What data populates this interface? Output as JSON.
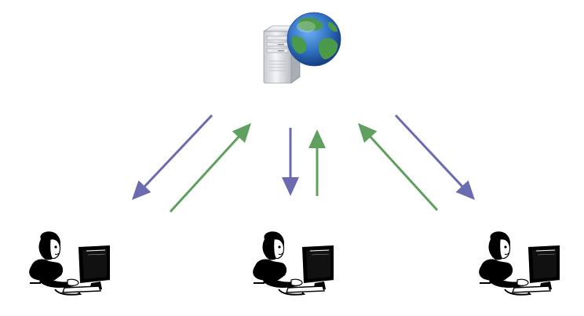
{
  "diagram": {
    "nodes": [
      {
        "id": "server",
        "icon": "web-server-globe-icon",
        "role": "server"
      },
      {
        "id": "client-left",
        "icon": "user-at-computer-icon",
        "role": "client"
      },
      {
        "id": "client-center",
        "icon": "user-at-computer-icon",
        "role": "client"
      },
      {
        "id": "client-right",
        "icon": "user-at-computer-icon",
        "role": "client"
      }
    ],
    "edges": [
      {
        "from": "server",
        "to": "client-left",
        "color": "#6b6bb0"
      },
      {
        "from": "client-left",
        "to": "server",
        "color": "#5fa05f"
      },
      {
        "from": "server",
        "to": "client-center",
        "color": "#6b6bb0"
      },
      {
        "from": "client-center",
        "to": "server",
        "color": "#5fa05f"
      },
      {
        "from": "client-right",
        "to": "server",
        "color": "#5fa05f"
      },
      {
        "from": "server",
        "to": "client-right",
        "color": "#6b6bb0"
      }
    ],
    "colors": {
      "request_arrow": "#6b6bb0",
      "response_arrow": "#5fa05f",
      "server_case": "#dcdde2",
      "globe_ocean": "#2f6fc0",
      "globe_land": "#4a9a4a",
      "person_fill": "#000000"
    }
  }
}
